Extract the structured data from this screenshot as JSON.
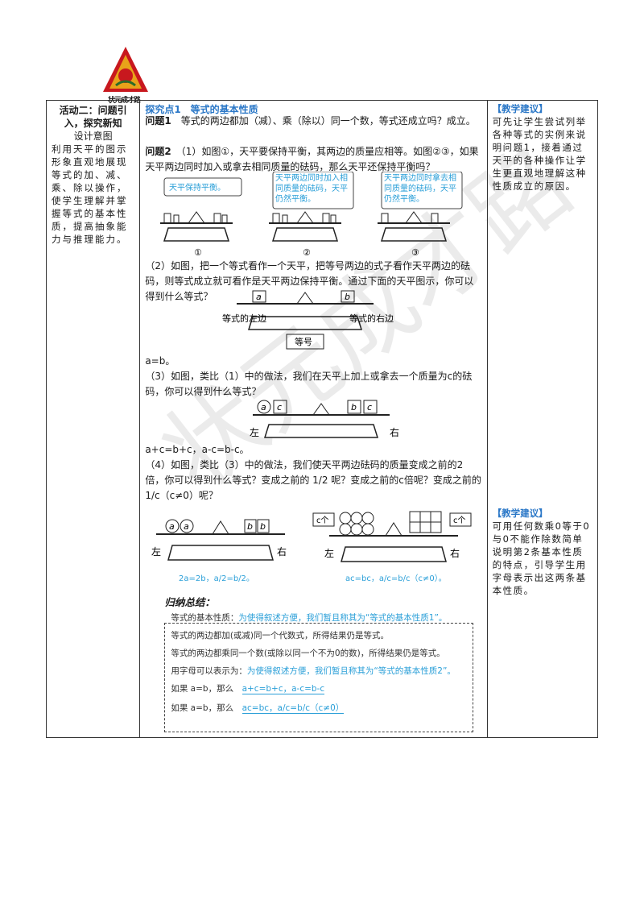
{
  "logo_text": "状元成才路",
  "activity_title": "活动二：问题引入，探究新知",
  "design_heading": "设计意图",
  "design_text": "利用天平的图示形象直观地展现等式的加、减、乘、除以操作，使学生理解并掌握等式的基本性质，提高抽象能力与推理能力。",
  "section_heading": "探究点1　等式的基本性质",
  "q1_label": "问题1",
  "q1_text": "　等式的两边都加（减）、乘（除以）同一个数，等式还成立吗？成立。",
  "q2_label": "问题2",
  "q2_text": "　（1）如图①，天平要保持平衡，其两边的质量应相等。如图②③，如果天平两边同时加入或拿去相同质量的砝码，那么天平还保持平衡吗？",
  "fig1": {
    "bubbles": [
      "天平保持平衡。",
      "天平两边同时加入相同质量的砝码，天平仍然平衡。",
      "天平两边同时拿去相同质量的砝码，天平仍然平衡。"
    ],
    "labels": [
      "①",
      "②",
      "③"
    ]
  },
  "p2_text": "（2）如图，把一个等式看作一个天平，把等号两边的式子看作天平两边的砝码，则等式成立就可看作是天平两边保持平衡。通过下面的天平图示，你可以得到什么等式？",
  "fig2": {
    "left_weight": "a",
    "right_weight": "b",
    "left_label": "等式的左边",
    "right_label": "等式的右边",
    "center_label": "等号"
  },
  "ans2": "a=b。",
  "p3_text": "（3）如图，类比（1）中的做法，我们在天平上加上或拿去一个质量为c的砝码，你可以得到什么等式？",
  "fig3": {
    "left": [
      "a",
      "c"
    ],
    "right": [
      "b",
      "c"
    ],
    "left_label": "左",
    "right_label": "右"
  },
  "ans3": "a+c=b+c，a-c=b-c。",
  "p4_text": "（4）如图，类比（3）中的做法，我们使天平两边砝码的质量变成之前的2倍，你可以得到什么等式？变成之前的 1/2 呢？变成之前的c倍呢？变成之前的 1/c（c≠0）呢？",
  "fig4": {
    "left_a": [
      "a",
      "a"
    ],
    "right_b": [
      "b",
      "b"
    ],
    "left_label": "左",
    "right_label": "右",
    "caption_left": "2a=2b，a/2=b/2。",
    "c_tag": "c个",
    "caption_right": "ac=bc，a/c=b/c（c≠0）。"
  },
  "summary": {
    "title": "归纳总结：",
    "lines": [
      "等式的基本性质：",
      "等式的两边都加(或减)同一个代数式，所得结果仍是等式。",
      "等式的两边都乘同一个数(或除以同一个不为0的数)，所得结果仍是等式。",
      "用字母可以表示为：",
      "如果 a=b，那么",
      "如果 a=b，那么"
    ],
    "note1": "为使得叙述方便，我们暂且称其为“等式的基本性质1”。",
    "note2": "为使得叙述方便，我们暂且称其为“等式的基本性质2”。",
    "formula1": "a+c=b+c，a-c=b-c",
    "formula2": "ac=bc，a/c=b/c（c≠0）"
  },
  "tip1": {
    "heading": "【教学建议】",
    "text": "可先让学生尝试列举各种等式的实例来说明问题1，接着通过天平的各种操作让学生更直观地理解这种性质成立的原因。"
  },
  "tip2": {
    "heading": "【教学建议】",
    "text": "可用任何数乘0等于0与0不能作除数简单说明第2条基本性质的特点，引导学生用字母表示出这两条基本性质。"
  },
  "watermark": "状元成才路",
  "colors": {
    "accent": "#2a77c7",
    "light_blue": "#2a9fd8",
    "logo_red": "#c8181e"
  }
}
